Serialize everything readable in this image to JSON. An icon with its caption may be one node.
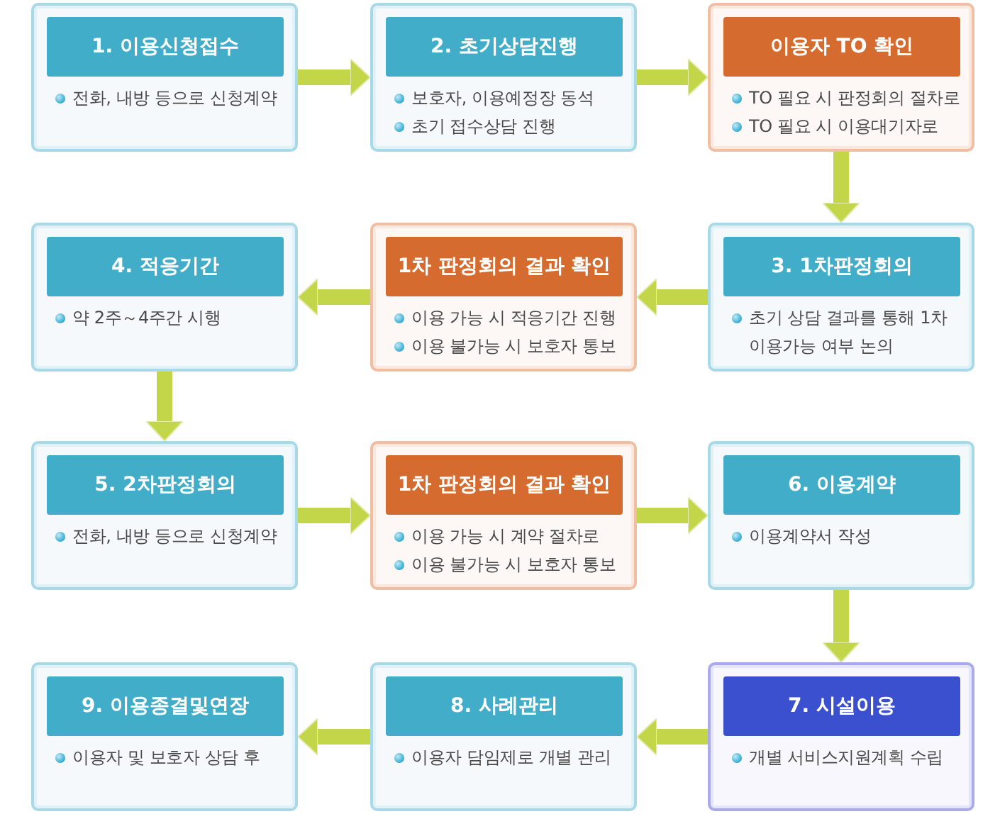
{
  "diagram": {
    "nodes": [
      {
        "text": [
          "1. 이용신청접수",
          "전화, 내방 등으로 신청계약"
        ]
      },
      {
        "text": [
          "2. 초기상담진행",
          "보호자, 이용예정장 동석",
          "초기 접수상담 진행"
        ]
      },
      {
        "text": [
          "이용자 TO 확인",
          "TO 필요 시 판정회의 절차로",
          "TO 필요 시 이용대기자로"
        ]
      },
      {
        "text": [
          "4. 적응기간",
          "약 2주～4주간 시행"
        ]
      },
      {
        "text": [
          "1차 판정회의 결과 확인",
          "이용 가능 시 적응기간 진행",
          "이용 불가능 시 보호자 통보"
        ]
      },
      {
        "text": [
          "3. 1차판정회의",
          "초기 상담 결과를 통해 1차 이용가능 여부 논의"
        ]
      },
      {
        "text": [
          "5. 2차판정회의",
          "전화, 내방 등으로 신청계약"
        ]
      },
      {
        "text": [
          "1차 판정회의 결과 확인",
          "이용 가능 시 계약 절차로",
          "이용 불가능 시 보호자 통보"
        ]
      },
      {
        "text": [
          "6. 이용계약",
          "이용계약서 작성"
        ]
      },
      {
        "text": [
          "9. 이용종결및연장",
          "이용자 및 보호자 상담 후"
        ]
      },
      {
        "text": [
          "8. 사례관리",
          "이용자 담임제로 개별 관리"
        ]
      },
      {
        "text": [
          "7. 시설이용",
          "개별 서비스지원계획 수립"
        ]
      }
    ],
    "edges": [
      {
        "from": 0,
        "to": 1,
        "arrow": "to"
      },
      {
        "from": 1,
        "to": 2,
        "arrow": "to"
      },
      {
        "from": 2,
        "to": 5,
        "arrow": "to"
      },
      {
        "from": 5,
        "to": 4,
        "arrow": "to"
      },
      {
        "from": 4,
        "to": 3,
        "arrow": "to"
      },
      {
        "from": 3,
        "to": 6,
        "arrow": "to"
      },
      {
        "from": 6,
        "to": 7,
        "arrow": "to"
      },
      {
        "from": 7,
        "to": 8,
        "arrow": "to"
      },
      {
        "from": 8,
        "to": 11,
        "arrow": "to"
      },
      {
        "from": 11,
        "to": 10,
        "arrow": "to"
      },
      {
        "from": 10,
        "to": 9,
        "arrow": "to"
      }
    ]
  }
}
